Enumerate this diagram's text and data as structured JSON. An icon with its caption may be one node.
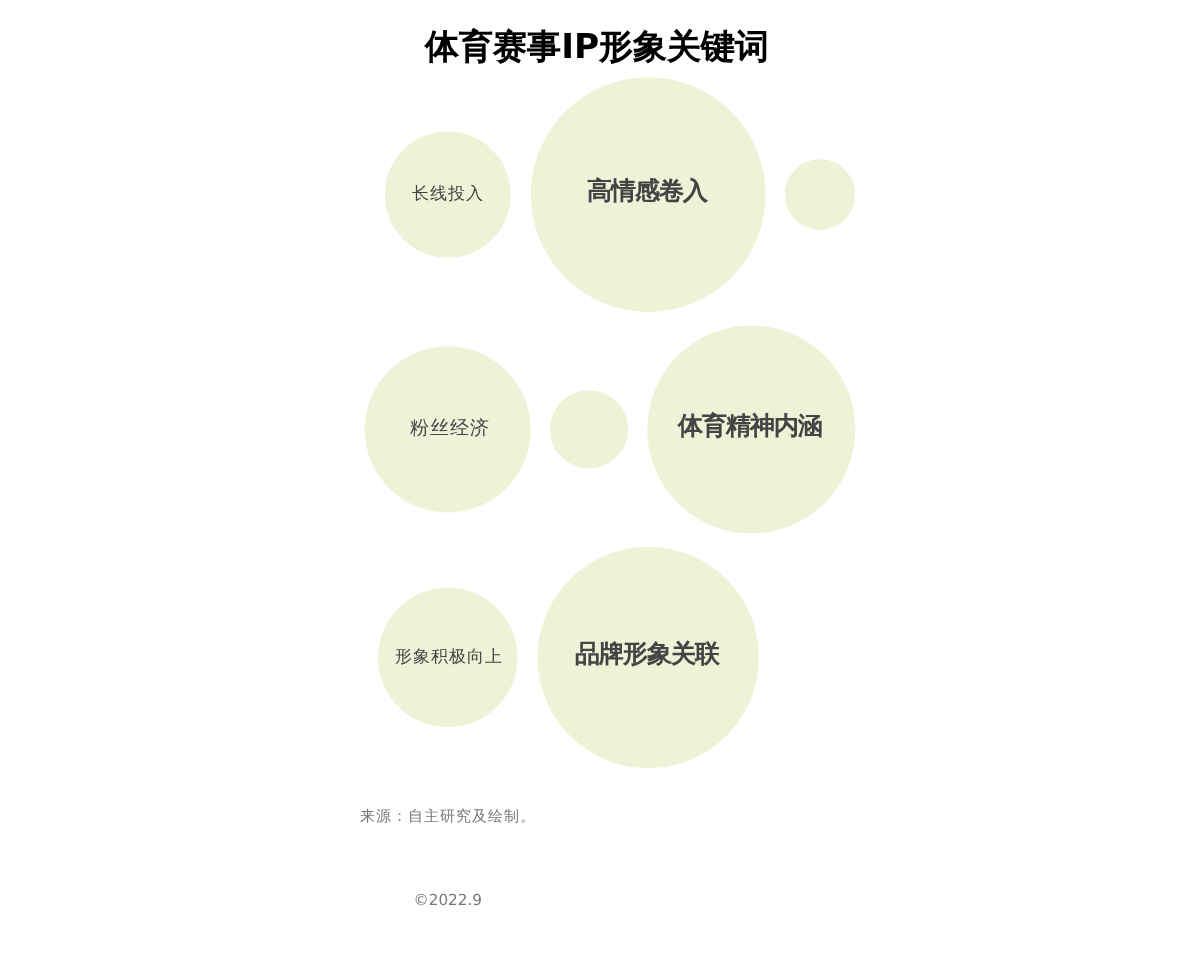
{
  "diagram": {
    "title": "体育赛事IP形象关键词",
    "nodes": [
      {
        "text": [
          "长线投入"
        ]
      },
      {
        "text": [
          "高情感卷入"
        ]
      },
      {
        "text": [],
        "shape": "circle"
      },
      {
        "text": [
          "粉丝经济"
        ]
      },
      {
        "text": [],
        "shape": "circle"
      },
      {
        "text": [
          "体育精神内涵"
        ]
      },
      {
        "text": [
          "形象积极向上"
        ]
      },
      {
        "text": [
          "品牌形象关联"
        ]
      }
    ],
    "edges": [],
    "labels": [
      "来源：自主研究及绘制。",
      "©2022.9"
    ]
  }
}
